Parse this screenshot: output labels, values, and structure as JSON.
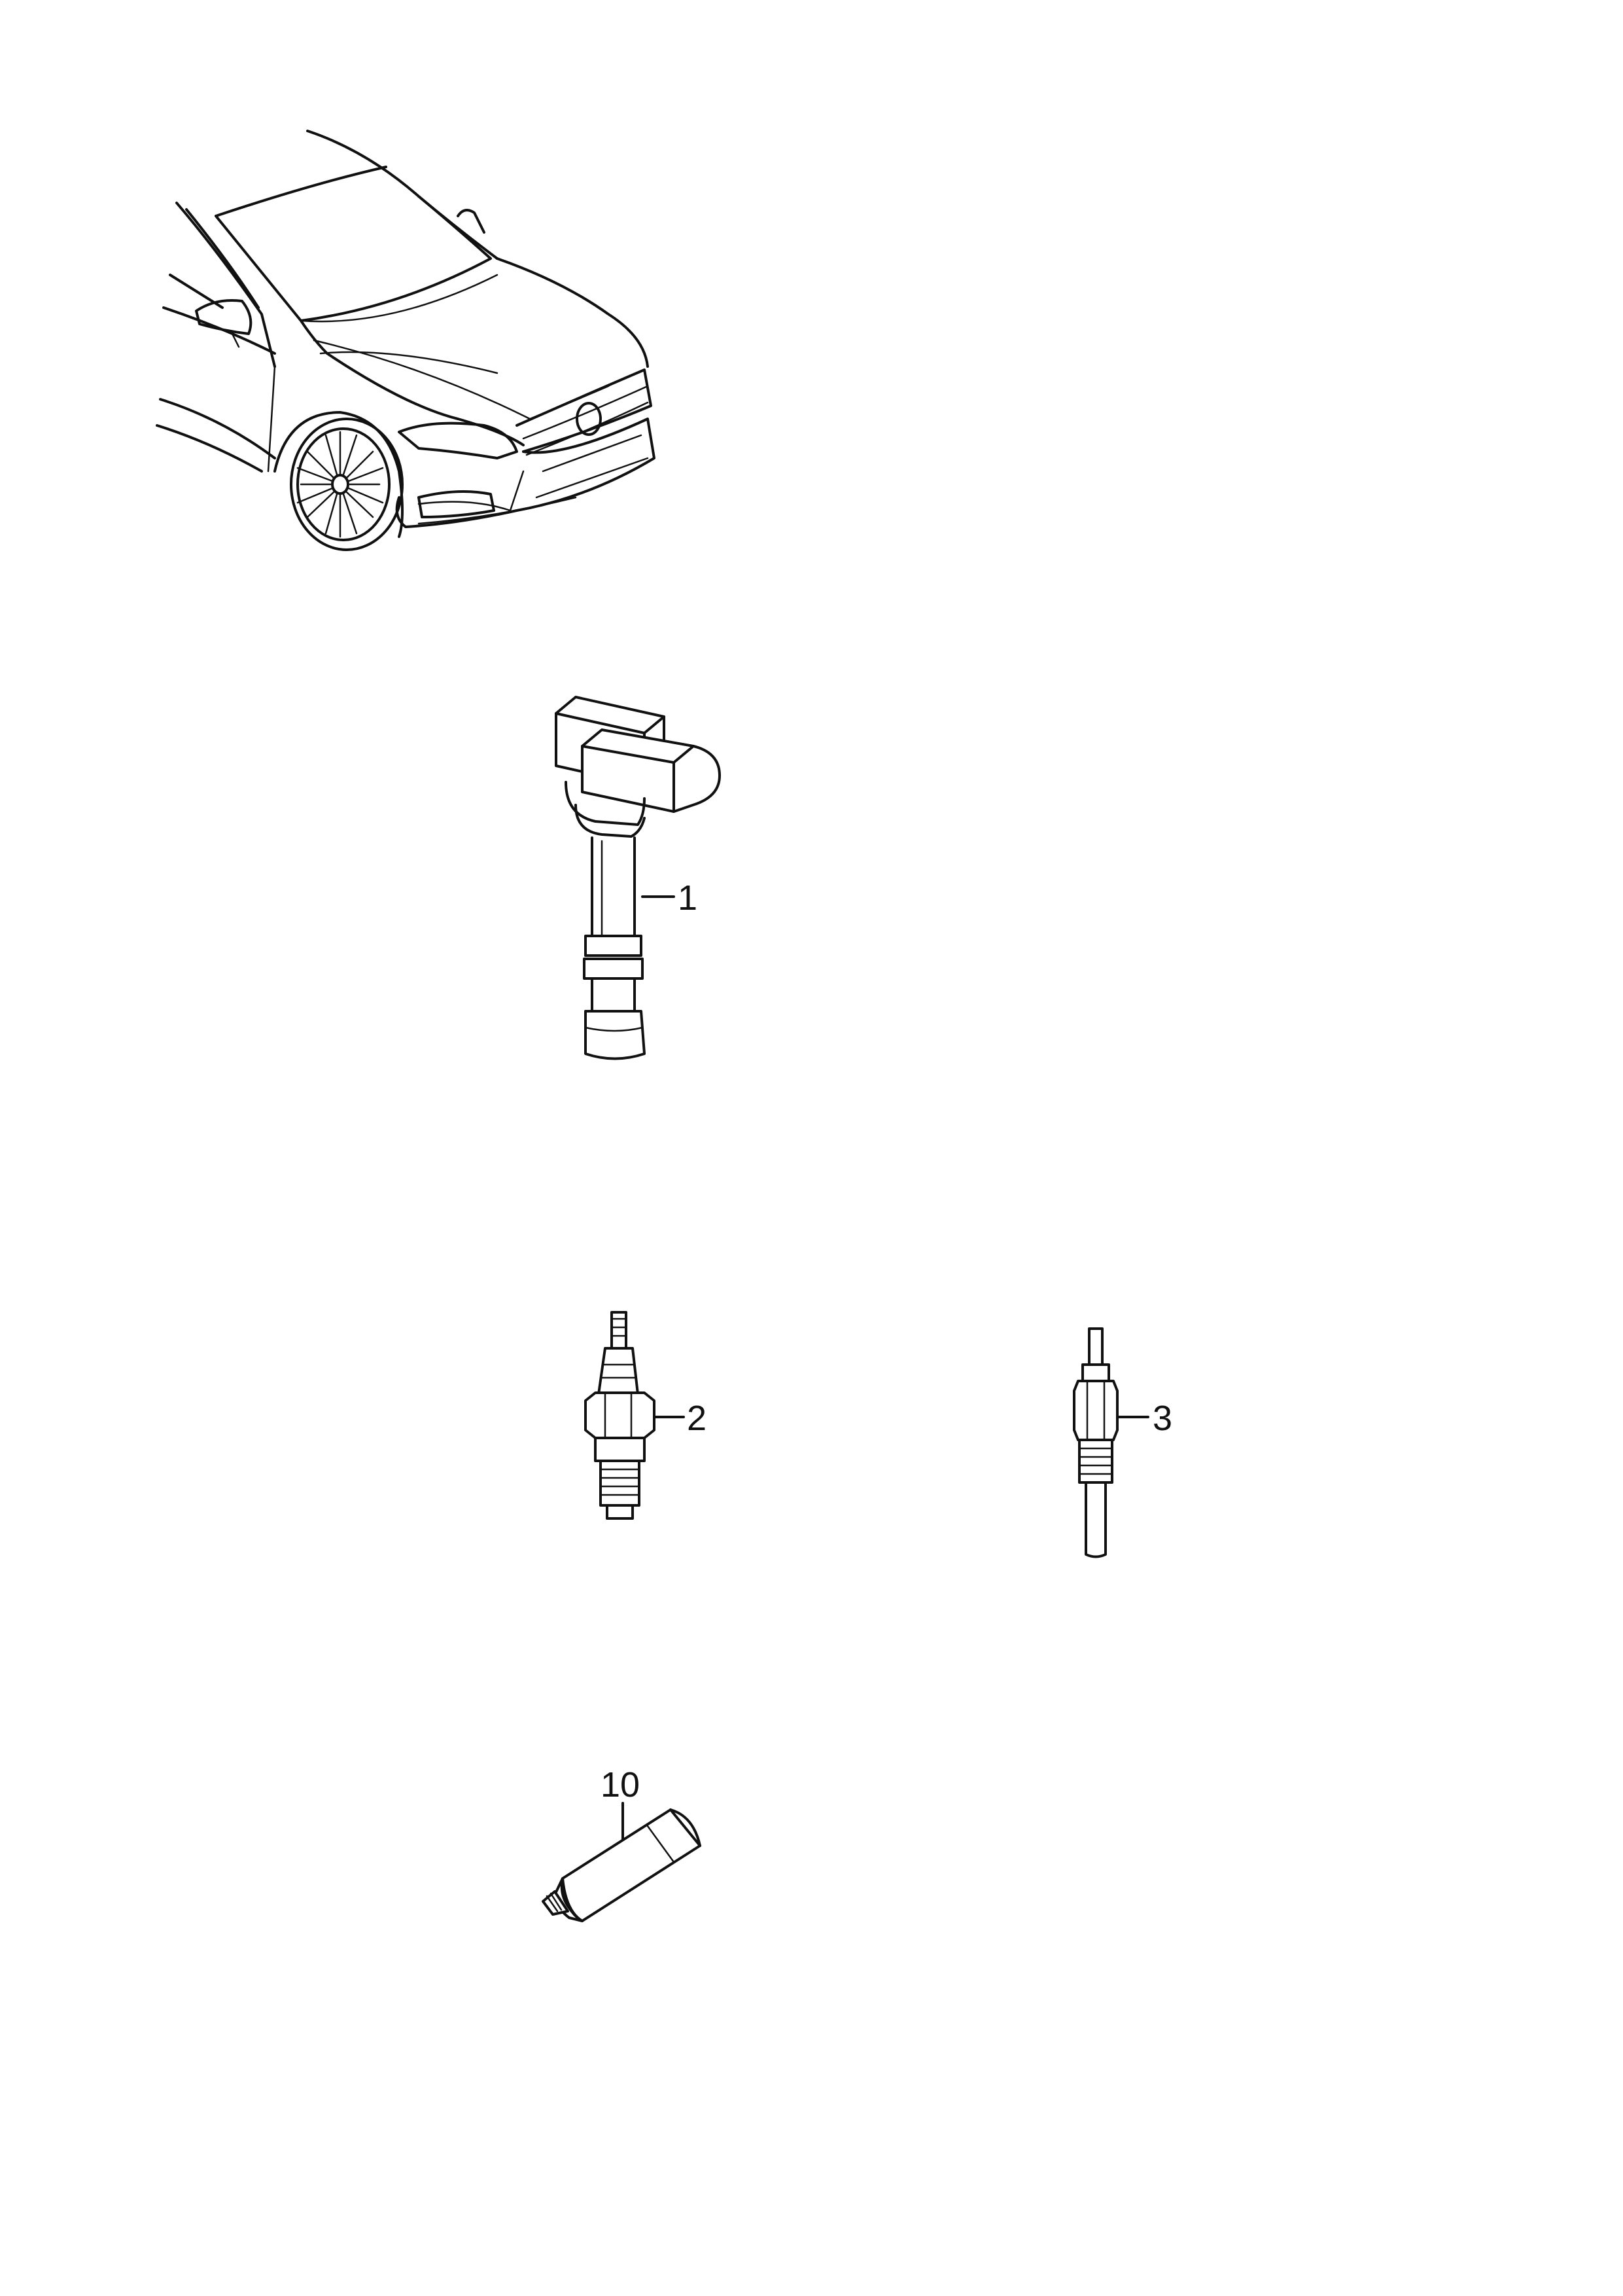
{
  "diagram": {
    "colors": {
      "line": "#111111",
      "background": "#ffffff"
    },
    "vehicle": {
      "icon": "car-front-view-icon"
    },
    "parts": [
      {
        "number": "1",
        "icon": "ignition-coil-icon"
      },
      {
        "number": "2",
        "icon": "spark-plug-icon"
      },
      {
        "number": "3",
        "icon": "glow-plug-icon"
      },
      {
        "number": "10",
        "icon": "grease-tube-icon"
      }
    ]
  }
}
